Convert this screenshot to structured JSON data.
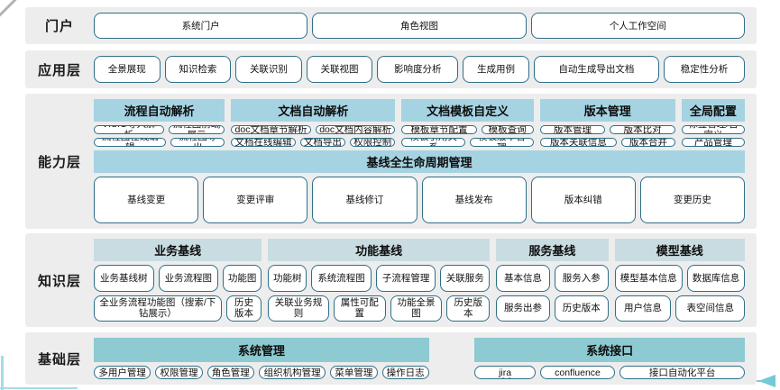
{
  "layers": {
    "portal": {
      "label": "门户",
      "items": [
        "系统门户",
        "角色视图",
        "个人工作空间"
      ]
    },
    "application": {
      "label": "应用层",
      "items": [
        "全景展现",
        "知识检索",
        "关联识别",
        "关联视图",
        "影响度分析",
        "生成用例",
        "自动生成导出文档",
        "稳定性分析"
      ]
    },
    "capability": {
      "label": "能力层",
      "groups": [
        {
          "header": "流程自动解析",
          "rows": [
            [
              "VISIO导入解析",
              "流程图前端展示"
            ],
            [
              "流程图在线编辑",
              "流程图导出"
            ]
          ]
        },
        {
          "header": "文档自动解析",
          "rows": [
            [
              "doc文档章节解析",
              "doc文档内容解析"
            ],
            [
              "文档在线编辑",
              "文档导出",
              "权限控制"
            ]
          ]
        },
        {
          "header": "文档模板自定义",
          "rows": [
            [
              "模板章节配置",
              "模板查询"
            ],
            [
              "模板引用关系",
              "模板版本管理"
            ]
          ]
        },
        {
          "header": "版本管理",
          "rows": [
            [
              "版本管理",
              "版本比对"
            ],
            [
              "版本关联信息",
              "版本合并"
            ]
          ]
        },
        {
          "header": "全局配置",
          "rows": [
            [
              "标签管理/自定义"
            ],
            [
              "产品管理"
            ]
          ]
        }
      ],
      "baseline": {
        "header": "基线全生命周期管理",
        "items": [
          "基线变更",
          "变更评审",
          "基线修订",
          "基线发布",
          "版本纠错",
          "变更历史"
        ]
      }
    },
    "knowledge": {
      "label": "知识层",
      "groups": [
        {
          "header": "业务基线",
          "rows": [
            [
              "业务基线树",
              "业务流程图",
              "功能图"
            ],
            [
              "全业务流程功能图（搜索/下钻展示）",
              "历史版本"
            ]
          ]
        },
        {
          "header": "功能基线",
          "rows": [
            [
              "功能树",
              "系统流程图",
              "子流程管理",
              "关联服务"
            ],
            [
              "关联业务规则",
              "属性可配置",
              "功能全景图",
              "历史版本"
            ]
          ]
        },
        {
          "header": "服务基线",
          "rows": [
            [
              "基本信息",
              "服务入参"
            ],
            [
              "服务出参",
              "历史版本"
            ]
          ]
        },
        {
          "header": "模型基线",
          "rows": [
            [
              "模型基本信息",
              "数据库信息"
            ],
            [
              "用户信息",
              "表空间信息"
            ]
          ]
        }
      ]
    },
    "base": {
      "label": "基础层",
      "groups": [
        {
          "header": "系统管理",
          "items": [
            "多用户管理",
            "权限管理",
            "角色管理",
            "组织机构管理",
            "菜单管理",
            "操作日志"
          ]
        },
        {
          "header": "系统接口",
          "items": [
            "jira",
            "confluence",
            "接口自动化平台"
          ]
        }
      ]
    }
  },
  "colors": {
    "band_background": "#ededed",
    "box_border": "#2e6f88",
    "capability_header": "#a5d3e2",
    "knowledge_header": "#c9dce1",
    "base_header": "#8dcad1",
    "spellcheck_underline": "#e03131",
    "arrow_accent": "#74c9d8"
  }
}
